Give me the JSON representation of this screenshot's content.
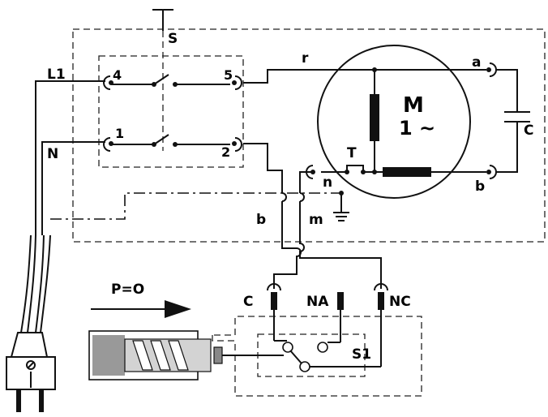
{
  "labels": {
    "switch": "S",
    "line": "L1",
    "neutral": "N",
    "t4": "4",
    "t5": "5",
    "t1": "1",
    "t2": "2",
    "r": "r",
    "a": "a",
    "b_motor": "b",
    "b_wire": "b",
    "capacitor": "C",
    "motor_m": "M",
    "motor_phase": "1 ~",
    "thermal": "T",
    "n": "n",
    "m": "m",
    "pressure": "P=O",
    "pc": "C",
    "pna": "NA",
    "pnc": "NC",
    "s1": "S1"
  },
  "colors": {
    "wire": "#111111",
    "piston_body": "#999999",
    "piston_bg": "#d3d3d3"
  }
}
